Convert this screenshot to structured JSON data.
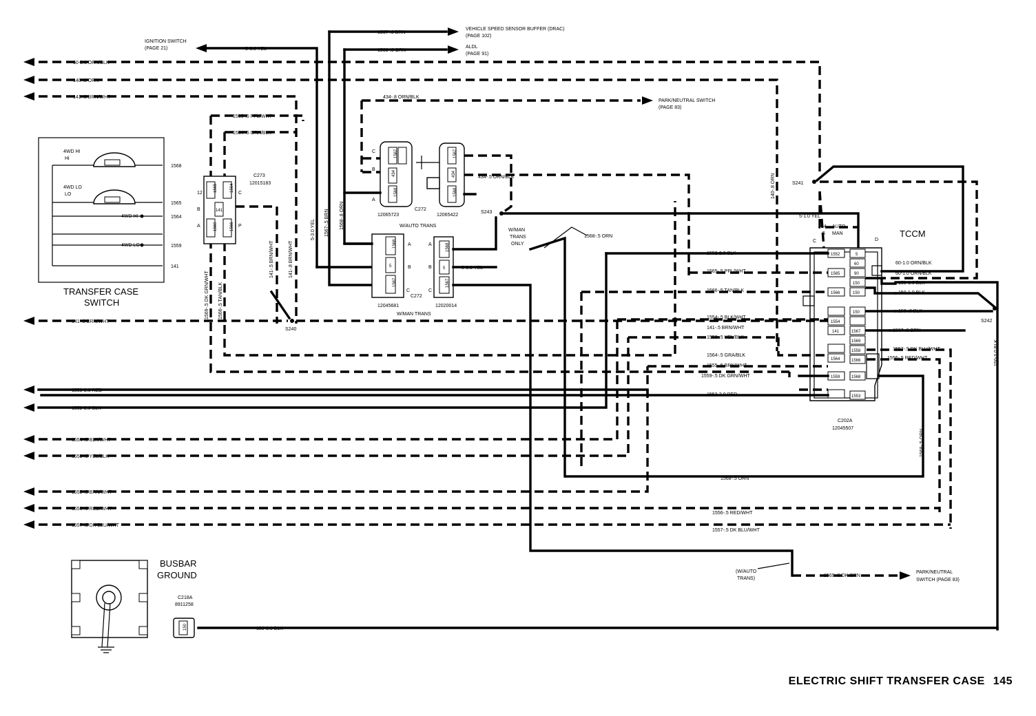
{
  "page": {
    "title": "ELECTRIC SHIFT TRANSFER CASE",
    "page_number": "145"
  },
  "components": {
    "transfer_case_switch": {
      "line1": "TRANSFER CASE",
      "line2": "SWITCH",
      "pos_4wd_hi_a": "4WD HI",
      "pos_4wd_hi_b": "Hi",
      "pos_4wd_lo_a": "4WD LO",
      "pos_4wd_lo_b": "LO",
      "pos_4wd_hi_sw": "4WD HI",
      "pos_4wd_lo_sw": "4WD LO",
      "circuit_1568": "1568",
      "circuit_1565": "1565",
      "circuit_1564": "1564",
      "circuit_1559": "1559",
      "circuit_141": "141"
    },
    "tccm": {
      "name": "TCCM",
      "connector": "C202A",
      "part": "12045507",
      "auto": "AUTO",
      "man": "MAN",
      "col_434": "434",
      "col_5": "5",
      "cav_c": "C",
      "cav_d": "D"
    },
    "c273": {
      "name": "C273",
      "part": "12015183",
      "cav_12": "12",
      "cav_b": "B",
      "cav_a": "A",
      "cav_c": "C",
      "cav_p": "P"
    },
    "c272_auto_top": {
      "part": "12065723",
      "cav_c": "C",
      "cav_b": "B",
      "cav_a": "A"
    },
    "c272_auto_right": {
      "part": "12065422"
    },
    "c272_auto_label": {
      "name": "C272",
      "note": "W/AUTO TRANS"
    },
    "c272_man_left": {
      "part": "12045681",
      "cav_a": "A",
      "cav_b": "B",
      "cav_c": "C"
    },
    "c272_man_right": {
      "part": "12020014",
      "cav_a": "A",
      "cav_b": "B",
      "cav_c": "C"
    },
    "c272_man_label": {
      "name": "C272",
      "note": "W/MAN TRANS"
    },
    "busbar": {
      "line1": "BUSBAR",
      "line2": "GROUND",
      "connector": "C218A",
      "part": "8911258",
      "pin": "150"
    },
    "splices": {
      "s240": "S240",
      "s241": "S241",
      "s242": "S242",
      "s243": "S243"
    },
    "notes": {
      "wman_trans_only_1": "W/MAN",
      "wman_trans_only_2": "TRANS",
      "wman_trans_only_3": "ONLY",
      "wauto_trans_1": "(W/AUTO",
      "wauto_trans_2": "TRANS)"
    }
  },
  "references": {
    "ignition_switch": {
      "name": "IGNITION SWITCH",
      "page": "(PAGE 21)"
    },
    "vss_buffer": {
      "name": "VEHICLE SPEED SENSOR BUFFER (DRAC)",
      "page": "(PAGE 102)"
    },
    "aldl": {
      "name": "ALDL",
      "page": "(PAGE 91)"
    },
    "park_neutral_top": {
      "name": "PARK/NEUTRAL SWITCH",
      "page": "(PAGE 83)"
    },
    "park_neutral_bottom": {
      "name": "PARK/NEUTRAL",
      "page": "SWITCH (PAGE 83)"
    }
  },
  "wires": {
    "w60_2_orn_blk": "60-2.0 ORN/BLK",
    "w140_8_orn": "140-.8 ORN",
    "w141_8_brn_wht": "141-.8 BRN/WHT",
    "w5_3_yel_ign": "5-3.0 YEL",
    "w1567_8_brn": "1567-.8 BRN",
    "w1568_8_orn": "1568-.8 ORN",
    "w434_8_orn_blk": "434-.8 ORN/BLK",
    "w1565_5_ppl_wht": "1565-.5 PPL/WHT",
    "w1564_5_gra_blk": "1564-.5 GRA/BLK",
    "w434_5_orn_blk": "434-.5 ORN/BLK",
    "w5_1_yel": "5-1.0 YEL",
    "w1568_5_orn": "1568-.5 ORN",
    "w1552_2_blk_r": "1552-2.0 BLK",
    "w1565_5_ppl_wht_r": "1565-.5 PPL/WHT",
    "w1566_5_tan_blk_r": "1566-.5 TAN/BLK",
    "w1554_5_blk_wht_r": "1554-.5 BLK/WHT",
    "w141_5_brn_wht_r": "141-.5 BRN/WHT",
    "w1558_5_yel_blk_r": "1558-.5 YEL/BLK",
    "w1564_5_gra_blk_r": "1564-.5 GRA/BLK",
    "w1555_5_brn_wht_r": "1555-.5 BRN/WHT",
    "w1559_5_dk_grn_wht_r": "1559-.5 DK GRN/WHT",
    "w1553_2_red_r": "1553-2.0 RED",
    "w1568_5_orn_bot": "1568-.5 ORN",
    "w1556_5_red_wht_r": "1556-.5 RED/WHT",
    "w1557_5_dk_blu_wht_r": "1557-.5 DK BLU/WHT",
    "w1569_5_dk_grn": "1569-.5 DK GRN",
    "w150_3_blk": "150-3.0 BLK",
    "w60_1_orn_blk": "60-1.0 ORN/BLK",
    "w60_1_orn_blk_b": "60-1.0 ORN/BLK",
    "w150_1_blk_a": "150-1.0 BLK",
    "w150_1_blk_b": "150-1.0 BLK",
    "w150_8_blk": "150-.8 BLK",
    "w1567_5_brn": "1567-.5 BRN",
    "w1557_5_dk_blu_wht": "1557-.5 DK BLU/WHT",
    "w1556_5_red_wht": "1556-.5 RED/WHT",
    "w1568_5_orn_v": "1568-.5 ORN",
    "w150_3_blk_v": "150-3.0 BLK",
    "w140_8_orn_v": "140-.8 ORN",
    "w5_3_yel_v": "5-3.0 YEL",
    "w1567_5_brn_v": "1567-.5 BRN",
    "w1568_8_orn_v": "1568-.8 ORN",
    "w1569_5_dk_grn_wht_v": "1569-.5 DK GRN/WHT",
    "w1566_5_tan_blk_v": "1566-.5 TAN/BLK",
    "w141_5_brn_wht_v": "141-.5 BRN/WHT",
    "w141_8_brn_wht_v": "141-.8 BRN/WHT",
    "w5_3_yel_man": "5-3.0 YEL",
    "w141_5_brn_wht_l": "141-.5 BRN/WHT",
    "w1553_2_red_l": "1553-2.0 RED",
    "w1552_2_blk_l": "1552-2.0 BLK",
    "w1554_5_blk_wht_l": "1554-.5 BLK/WHT",
    "w1558_5_yel_blk_l": "1558-.5 YEL/BLK",
    "w1555_5_brn_wht_l": "1555-.5 BRN/WHT",
    "w1556_5_red_wht_l": "1556-.5 RED/WHT",
    "w1557_5_dk_blu_wht_l": "1557-.5 DK BLU/WHT"
  },
  "pins": {
    "tccm_left": [
      "1552",
      "1565",
      "1566",
      "",
      "1554",
      "141",
      "",
      "1564",
      "1559",
      ""
    ],
    "tccm_right": [
      "5",
      "60",
      "90",
      "150",
      "150",
      "150",
      "",
      "1567",
      "1569",
      "1558",
      "1566",
      "1568",
      "1553"
    ],
    "c273_top": [
      "1565",
      "1564"
    ],
    "c273_mid": [
      "141"
    ],
    "c273_bot": [
      "1569",
      "1566"
    ],
    "c272a_top": [
      "1567",
      "434"
    ],
    "c272a_bot": [
      "1568"
    ],
    "c272b": [
      "1567",
      "434",
      "1568"
    ],
    "c272m_left": [
      "1568",
      "5",
      "1567"
    ],
    "c272m_right": [
      "1568",
      "5",
      "1567"
    ]
  }
}
